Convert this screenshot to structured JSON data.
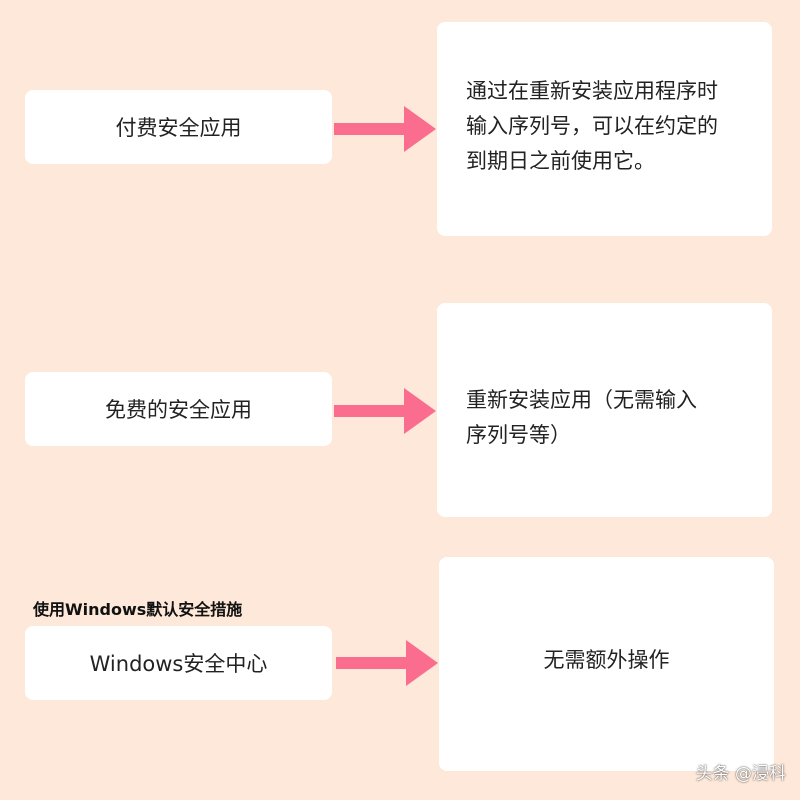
{
  "rows": [
    {
      "left_label": "付费安全应用",
      "right_lines": [
        "通过在重新安装应用程序时",
        "输入序列号，可以在约定的",
        "到期日之前使用它。"
      ]
    },
    {
      "left_label": "免费的安全应用",
      "right_lines": [
        "重新安装应用（无需输入",
        "序列号等）"
      ]
    },
    {
      "caption": "使用Windows默认安全措施",
      "left_label": "Windows安全中心",
      "right_lines": [
        "无需额外操作"
      ]
    }
  ],
  "watermark": "头条 @浸科",
  "colors": {
    "background": "#fde8d9",
    "box": "#ffffff",
    "arrow": "#fa6d8f"
  }
}
